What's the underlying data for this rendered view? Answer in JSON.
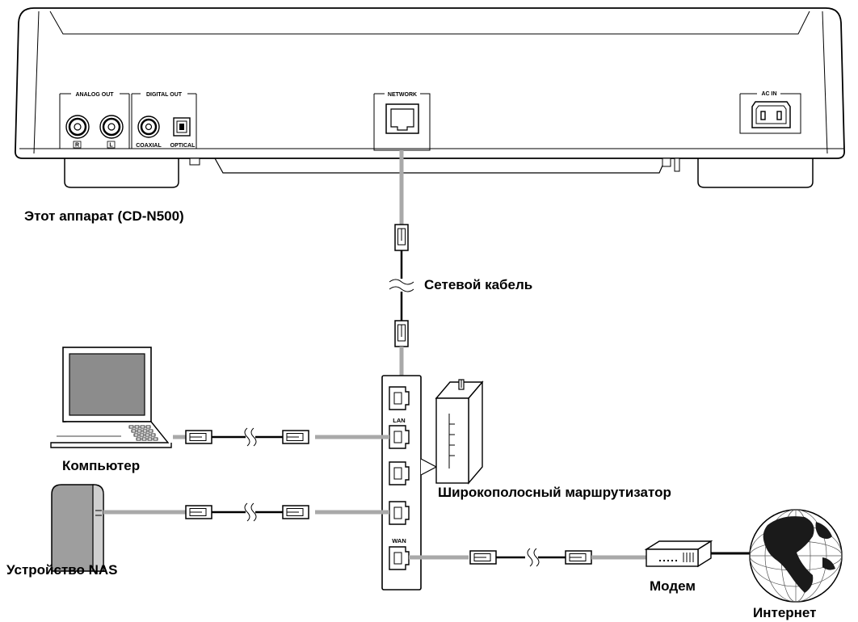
{
  "device": {
    "caption": "Этот аппарат (CD-N500)",
    "analog_out": "ANALOG OUT",
    "digital_out": "DIGITAL OUT",
    "ch_r": "R",
    "ch_l": "L",
    "coaxial": "COAXIAL",
    "optical": "OPTICAL",
    "network": "NETWORK",
    "ac_in": "AC IN"
  },
  "cable_label": "Сетевой кабель",
  "router": {
    "caption": "Широкополосный маршрутизатор",
    "lan": "LAN",
    "wan": "WAN"
  },
  "computer_label": "Компьютер",
  "nas_label": "Устройство NAS",
  "modem_label": "Модем",
  "internet_label": "Интернет",
  "colors": {
    "cable_gray": "#a9a9a9",
    "cable_black": "#000000",
    "screen_gray": "#8c8c8c",
    "nas_gray": "#9e9e9e"
  }
}
